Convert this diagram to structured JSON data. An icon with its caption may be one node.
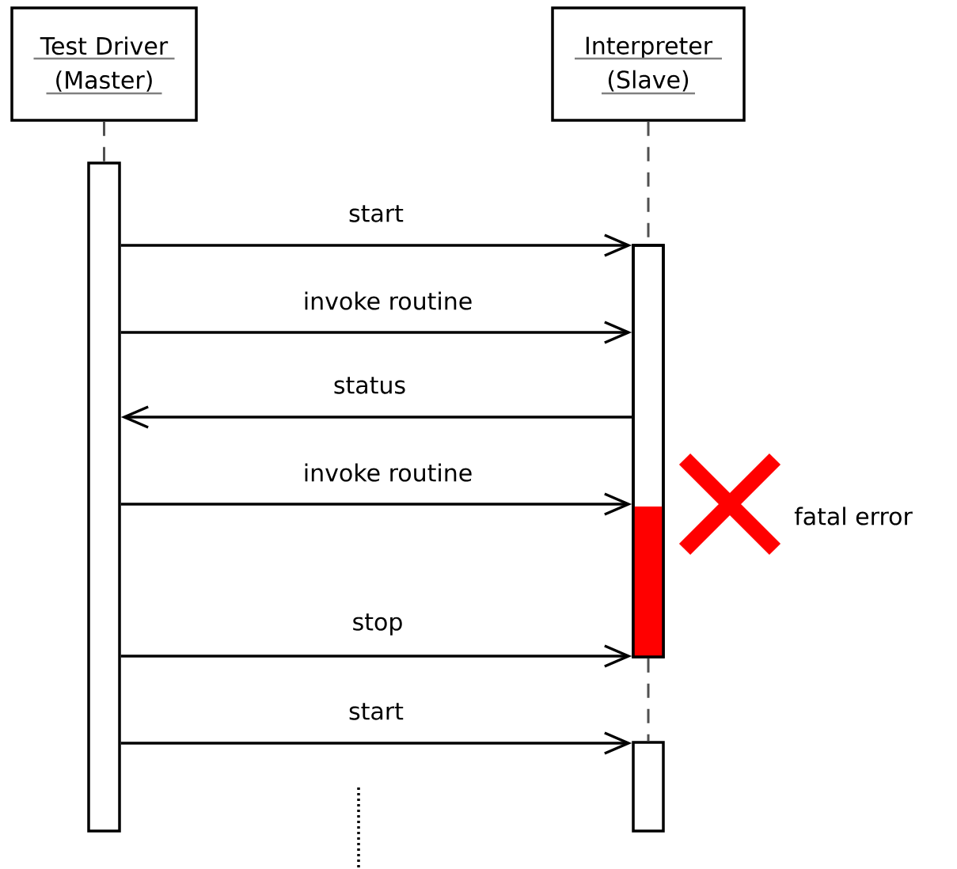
{
  "diagram": {
    "nodes": [
      {
        "text": [
          "Test Driver (Master)"
        ]
      },
      {
        "text": [
          "Interpreter (Slave)"
        ]
      },
      {
        "text": [],
        "shape": "bar"
      },
      {
        "text": [],
        "shape": "bar"
      },
      {
        "text": [],
        "shape": "bar"
      }
    ],
    "edges": [
      {
        "from": 2,
        "to": 3,
        "arrow": "to",
        "label": "start"
      },
      {
        "from": 2,
        "to": 3,
        "arrow": "to",
        "label": "invoke routine"
      },
      {
        "from": 3,
        "to": 2,
        "arrow": "to",
        "label": "status"
      },
      {
        "from": 2,
        "to": 3,
        "arrow": "to",
        "label": "invoke routine"
      },
      {
        "from": 2,
        "to": 3,
        "arrow": "to",
        "label": "stop"
      },
      {
        "from": 2,
        "to": 4,
        "arrow": "to",
        "label": "start"
      },
      {
        "from": 0,
        "to": 2,
        "arrow": "none",
        "style": "dashed"
      },
      {
        "from": 1,
        "to": 3,
        "arrow": "none",
        "style": "dashed"
      },
      {
        "from": 3,
        "to": 4,
        "arrow": "none",
        "style": "dashed"
      }
    ],
    "labels": [
      "fatal error"
    ]
  }
}
